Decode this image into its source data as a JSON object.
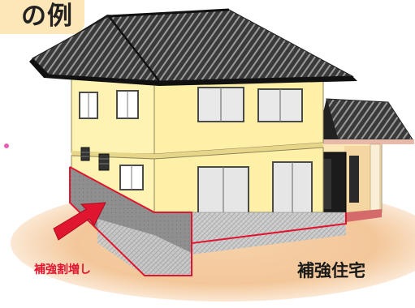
{
  "title_fragment": "の例",
  "labels": {
    "reinforcement_extension": "補強割増し",
    "reinforced_house": "補強住宅"
  },
  "colors": {
    "accent_red": "#e0152f",
    "ground": "#f3c79a",
    "wall": "#fff0a8",
    "roof": "#2f2f2f",
    "foundation_new": "#8d8d8d",
    "foundation_old": "#c9c9c9",
    "title_bg": "#fde6b8"
  }
}
